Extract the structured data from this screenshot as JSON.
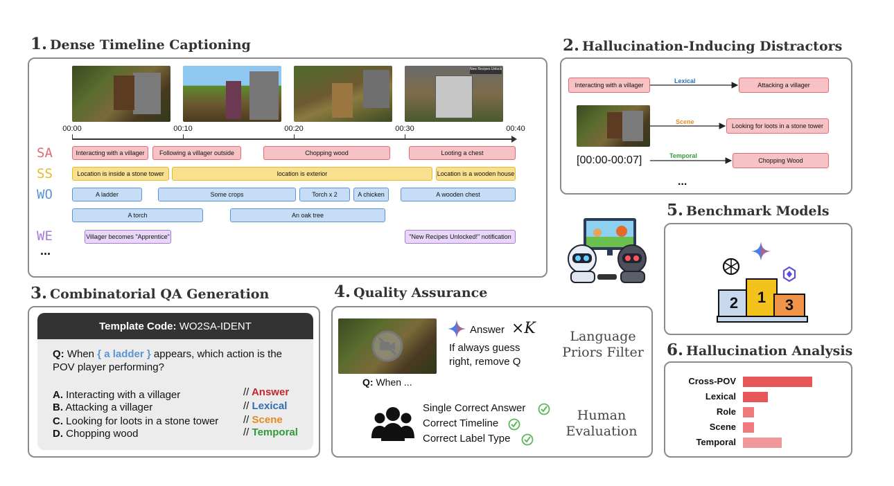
{
  "sections": {
    "s1": {
      "num": "1.",
      "title": "Dense Timeline Captioning"
    },
    "s2": {
      "num": "2.",
      "title": "Hallucination-Inducing Distractors"
    },
    "s3": {
      "num": "3.",
      "title": "Combinatorial QA Generation"
    },
    "s4": {
      "num": "4.",
      "title": "Quality Assurance"
    },
    "s5": {
      "num": "5.",
      "title": "Benchmark Models"
    },
    "s6": {
      "num": "6.",
      "title": "Hallucination Analysis"
    }
  },
  "timeline": {
    "ticks": [
      "00:00",
      "00:10",
      "00:20",
      "00:30",
      "00:40"
    ],
    "row_labels": {
      "sa": "SA",
      "ss": "SS",
      "wo": "WO",
      "we": "WE",
      "more": "..."
    },
    "sa": [
      "Interacting with a villager",
      "Following a villager outside",
      "Chopping wood",
      "Looting a chest"
    ],
    "ss": [
      "Location is inside a stone tower",
      "location is exterior",
      "Location is a wooden house"
    ],
    "wo1": [
      "A ladder",
      "Some crops",
      "Torch x 2",
      "A chicken",
      "A wooden chest"
    ],
    "wo2": [
      "A torch",
      "An oak tree"
    ],
    "we": [
      "Villager becomes \"Apprentice\"",
      "\"New Recipes Unlocked!\" notification"
    ],
    "inventory_popup": "New Recipes Unlocked!"
  },
  "distractors": {
    "source": "Interacting with a villager",
    "time_range": "[00:00-00:07]",
    "more": "...",
    "items": [
      {
        "type": "Lexical",
        "text": "Attacking a villager",
        "color": "#2c6fb5"
      },
      {
        "type": "Scene",
        "text": "Looking for loots in a stone tower",
        "color": "#e58a1f"
      },
      {
        "type": "Temporal",
        "text": "Chopping Wood",
        "color": "#2e9a3a"
      }
    ]
  },
  "qa": {
    "template_label": "Template Code:",
    "template_code": "WO2SA-IDENT",
    "q_prefix": "Q:",
    "q_before": "When",
    "q_object": "{ a ladder }",
    "q_after": "appears, which action is the",
    "q_line2": "POV player performing?",
    "options": [
      {
        "letter": "A.",
        "text": "Interacting with a villager",
        "tag": "Answer",
        "color": "#c0282d"
      },
      {
        "letter": "B.",
        "text": "Attacking a villager",
        "tag": "Lexical",
        "color": "#2c6fb5"
      },
      {
        "letter": "C.",
        "text": "Looking for loots in a stone tower",
        "tag": "Scene",
        "color": "#e58a1f"
      },
      {
        "letter": "D.",
        "text": "Chopping wood",
        "tag": "Temporal",
        "color": "#2e9a3a"
      }
    ],
    "comment_prefix": "//"
  },
  "quality": {
    "answer_label": "Answer",
    "times_k": "×K",
    "guess_line1": "If always guess",
    "guess_line2": "right, remove Q",
    "filter_line1": "Language",
    "filter_line2": "Priors Filter",
    "q_label": "Q:",
    "q_text": "When ...",
    "checks": [
      "Single Correct Answer",
      "Correct Timeline",
      "Correct Label Type"
    ],
    "human_line1": "Human",
    "human_line2": "Evaluation"
  },
  "podium": {
    "first": "1",
    "second": "2",
    "third": "3"
  },
  "chart_data": {
    "type": "bar",
    "categories": [
      "Cross-POV",
      "Lexical",
      "Role",
      "Scene",
      "Temporal"
    ],
    "values": [
      100,
      36,
      16,
      16,
      56
    ],
    "colors": [
      "#e85558",
      "#e85558",
      "#ee7a7d",
      "#ee7a7d",
      "#f0979a"
    ],
    "orientation": "horizontal",
    "title": "",
    "xlabel": "",
    "ylabel": ""
  }
}
